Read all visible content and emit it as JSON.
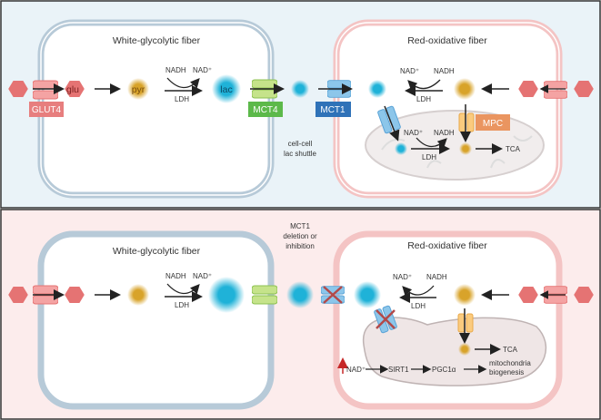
{
  "colors": {
    "top_bg": "#eaf3f8",
    "bottom_bg": "#fcecec",
    "white_fiber": "#b7cad8",
    "red_fiber": "#f4c4c4",
    "glut4": "#e77e7e",
    "mct4": "#5cb94a",
    "mct1": "#2f72b8",
    "mpc": "#ea9560",
    "lactate": "#1fb2d8",
    "pyruvate": "#d8a32a",
    "glucose": "#e57373"
  },
  "top": {
    "white_fiber": "White-glycolytic fiber",
    "red_fiber": "Red-oxidative fiber",
    "glu": "glu",
    "pyr": "pyr",
    "lac": "lac",
    "nadh": "NADH",
    "nad": "NAD⁺",
    "ldh": "LDH",
    "glut4": "GLUT4",
    "mct4": "MCT4",
    "mct1": "MCT1",
    "mpc": "MPC",
    "shuttle_1": "cell-cell",
    "shuttle_2": "lac shuttle",
    "tca": "TCA"
  },
  "bottom": {
    "white_fiber": "White-glycolytic fiber",
    "red_fiber": "Red-oxidative fiber",
    "note_1": "MCT1",
    "note_2": "deletion or",
    "note_3": "inhibition",
    "nadh": "NADH",
    "nad": "NAD⁺",
    "ldh": "LDH",
    "tca": "TCA",
    "sirt1": "SIRT1",
    "pgc1a": "PGC1α",
    "bio_1": "mitochondria",
    "bio_2": "biogenesis"
  },
  "icons": [
    "hexagon-glucose",
    "transporter",
    "mitochondrion",
    "inhibition-x",
    "up-arrow"
  ]
}
